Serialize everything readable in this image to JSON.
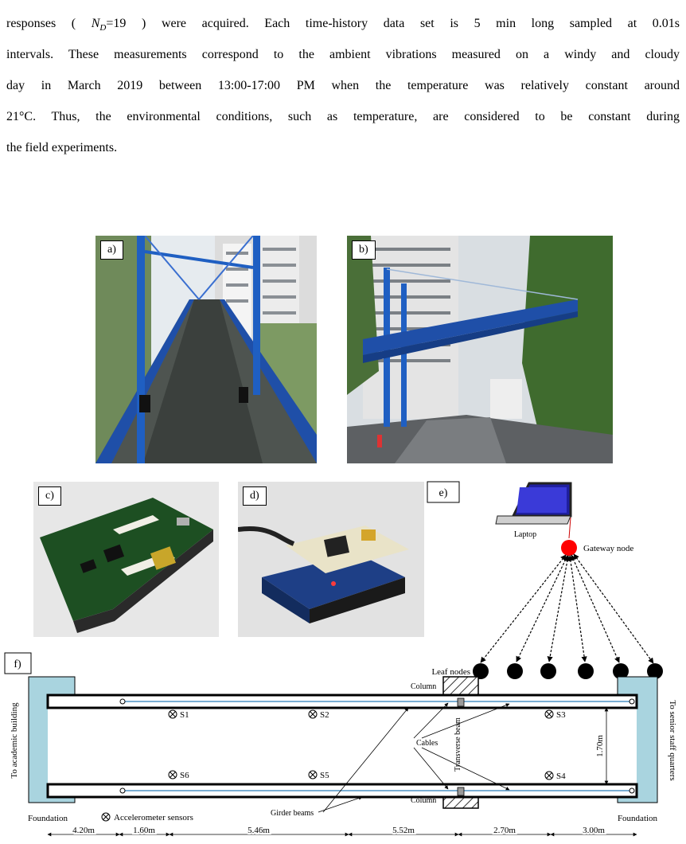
{
  "paragraph": {
    "line1_pre": "responses (",
    "line1_var": "N",
    "line1_sub": "D",
    "line1_eq": "=19",
    "line1_post": ") were acquired. Each time-history data set is 5 min long sampled at 0.01s",
    "line2": "intervals. These measurements correspond to the ambient vibrations measured on a windy and cloudy",
    "line3": "day in March 2019 between 13:00-17:00 PM when the temperature was relatively constant around",
    "line4": "21°C. Thus, the environmental conditions, such as temperature, are considered to be constant during",
    "line5": "the field experiments."
  },
  "panels": {
    "a": "a)",
    "b": "b)",
    "c": "c)",
    "d": "d)",
    "e": "e)",
    "f": "f)"
  },
  "network": {
    "laptop": "Laptop",
    "gateway": "Gateway node",
    "leaf": "Leaf nodes",
    "gateway_color": "#ff0000",
    "leaf_color": "#000000"
  },
  "plan": {
    "left_side": "To academic building",
    "right_side": "To senior staff quarters",
    "foundation_left": "Foundation",
    "foundation_right": "Foundation",
    "column_top": "Column",
    "column_bottom": "Column",
    "transverse": "Transverse beam",
    "cables": "Cables",
    "girders": "Girder beams",
    "sensor_legend": "Accelerometer sensors",
    "width_dim": "1.70m",
    "sensors": [
      "S1",
      "S2",
      "S3",
      "S4",
      "S5",
      "S6"
    ],
    "spans": [
      "4.20m",
      "1.60m",
      "5.46m",
      "5.52m",
      "2.70m",
      "3.00m"
    ],
    "foundation_color": "#a9d4df",
    "cable_color": "#7aaed3"
  }
}
